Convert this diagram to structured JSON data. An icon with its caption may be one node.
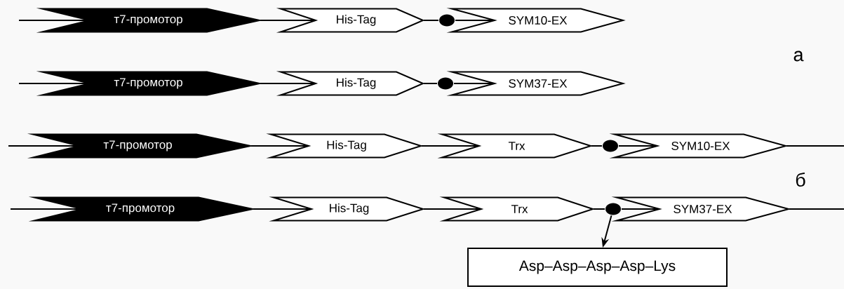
{
  "diagram": {
    "nodes": [
      {
        "text": [
          "т7-промотор"
        ]
      },
      {
        "text": [
          "His-Tag"
        ]
      },
      {
        "text": [],
        "shape": "circle"
      },
      {
        "text": [
          "SYM10-EX"
        ]
      },
      {
        "text": [
          "т7-промотор"
        ]
      },
      {
        "text": [
          "His-Tag"
        ]
      },
      {
        "text": [],
        "shape": "circle"
      },
      {
        "text": [
          "SYM37-EX"
        ]
      },
      {
        "text": [
          "т7-промотор"
        ]
      },
      {
        "text": [
          "His-Tag"
        ]
      },
      {
        "text": [
          "Trx"
        ]
      },
      {
        "text": [],
        "shape": "circle"
      },
      {
        "text": [
          "SYM10-EX"
        ]
      },
      {
        "text": [
          "т7-промотор"
        ]
      },
      {
        "text": [
          "His-Tag"
        ]
      },
      {
        "text": [
          "Trx"
        ]
      },
      {
        "text": [],
        "shape": "circle"
      },
      {
        "text": [
          "SYM37-EX"
        ]
      },
      {
        "text": [
          "Asp–Asp–Asp–Asp–Lys"
        ]
      }
    ],
    "edges": [
      {
        "from": null,
        "to": 0,
        "arrow": "none"
      },
      {
        "from": 0,
        "to": 1,
        "arrow": "none"
      },
      {
        "from": 1,
        "to": 2,
        "arrow": "none"
      },
      {
        "from": 2,
        "to": 3,
        "arrow": "none"
      },
      {
        "from": null,
        "to": 4,
        "arrow": "none"
      },
      {
        "from": 4,
        "to": 5,
        "arrow": "none"
      },
      {
        "from": 5,
        "to": 6,
        "arrow": "none"
      },
      {
        "from": 6,
        "to": 7,
        "arrow": "none"
      },
      {
        "from": null,
        "to": 8,
        "arrow": "none"
      },
      {
        "from": 8,
        "to": 9,
        "arrow": "none"
      },
      {
        "from": 9,
        "to": 10,
        "arrow": "none"
      },
      {
        "from": 10,
        "to": 11,
        "arrow": "none"
      },
      {
        "from": 11,
        "to": 12,
        "arrow": "none"
      },
      {
        "from": 12,
        "to": null,
        "arrow": "none"
      },
      {
        "from": null,
        "to": 13,
        "arrow": "none"
      },
      {
        "from": 13,
        "to": 14,
        "arrow": "none"
      },
      {
        "from": 14,
        "to": 15,
        "arrow": "none"
      },
      {
        "from": 15,
        "to": 16,
        "arrow": "none"
      },
      {
        "from": 16,
        "to": 17,
        "arrow": "none"
      },
      {
        "from": 17,
        "to": null,
        "arrow": "none"
      },
      {
        "from": 16,
        "to": 18,
        "arrow": "to"
      }
    ],
    "labels": [
      "а",
      "б"
    ]
  }
}
